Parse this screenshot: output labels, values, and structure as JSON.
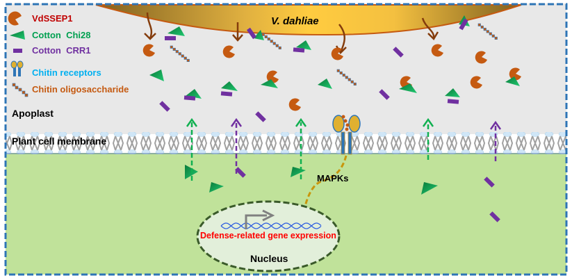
{
  "legend": [
    {
      "icon": "vdssep1-pacman-icon",
      "label": "VdSSEP1",
      "color": "#c00000"
    },
    {
      "icon": "chi28-triangle-icon",
      "label": "Cotton  Chi28",
      "color": "#00a050"
    },
    {
      "icon": "crr1-bar-icon",
      "label": "Cotton  CRR1",
      "color": "#7030a0"
    },
    {
      "icon": "chitin-receptor-icon",
      "label": "Chitin receptors",
      "color": "#00b0f0"
    },
    {
      "icon": "chitin-oligosaccharide-icon",
      "label": "Chitin oligosaccharide",
      "color": "#c55a11"
    }
  ],
  "labels": {
    "pathogen": "V. dahliae",
    "apoplast": "Apoplast",
    "membrane": "Plant cell membrane",
    "mapks": "MAPKs",
    "gene_expression": "Defense-related gene expression",
    "nucleus": "Nucleus"
  },
  "colors": {
    "apoplast_bg": "#e8e8e8",
    "cytoplasm_bg": "#c0e29a",
    "border": "#2e75b6",
    "pathogen_gold": "#ffc83d",
    "pathogen_dark": "#7f6020",
    "vdssep1": "#c55a11",
    "chi28": "#10a850",
    "crr1": "#7030a0",
    "nucleus_fill": "#e2efda",
    "nucleus_border": "#3a5a2a",
    "dna": "#2f5fe0",
    "expression_text": "#ff0000",
    "mapk_path": "#c8960c"
  }
}
